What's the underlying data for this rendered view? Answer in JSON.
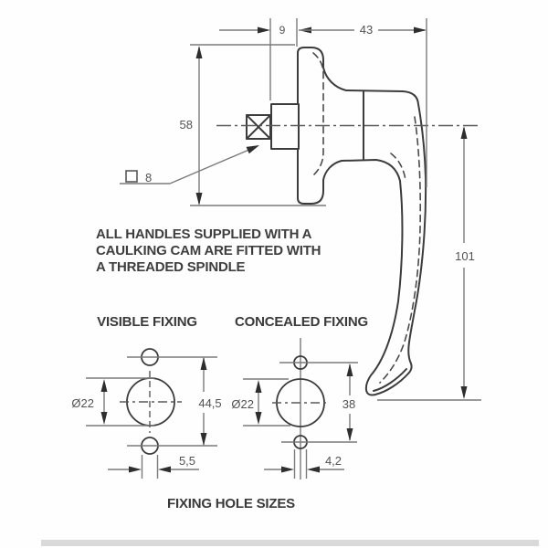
{
  "drawing": {
    "kind": "window-handle-technical-drawing",
    "dims": {
      "neck_length": "9",
      "grip_depth": "43",
      "rosette_height": "58",
      "handle_length": "101",
      "spindle_square": "8"
    },
    "note": {
      "line1": "ALL HANDLES SUPPLIED WITH A",
      "line2": "CAULKING CAM ARE FITTED WITH",
      "line3": "A THREADED SPINDLE"
    }
  },
  "fixing": {
    "visible_title": "VISIBLE FIXING",
    "concealed_title": "CONCEALED FIXING",
    "footer": "FIXING HOLE SIZES",
    "visible": {
      "diameter": "Ø22",
      "hole_spacing": "44,5",
      "hole_width": "5,5"
    },
    "concealed": {
      "diameter": "Ø22",
      "hole_spacing": "38",
      "hole_width": "4,2"
    }
  },
  "colors": {
    "line": "#3c3c3c",
    "dimension_line": "#7a7a7a",
    "text": "#4f4f4f",
    "background": "#fefefe",
    "footer_bar": "#d9d9d9"
  }
}
